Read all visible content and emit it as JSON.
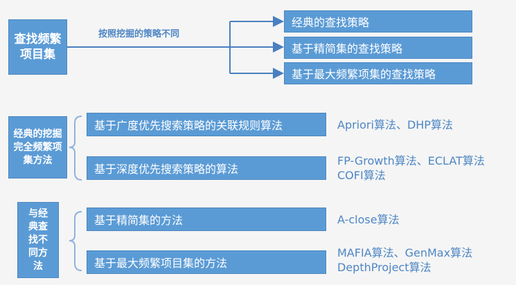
{
  "top": {
    "root": "查找频繁项目集",
    "label": "按照挖掘的策略不同",
    "items": [
      "经典的查找策略",
      "基于精简集的查找策略",
      "基于最大频繁项集的查找策略"
    ]
  },
  "mid": {
    "root": "经典的挖掘完全频繁项集方法",
    "items": [
      "基于广度优先搜索策略的关联规则算法",
      "基于深度优先搜索策略的算法"
    ],
    "algos": [
      "Apriori算法、DHP算法",
      "FP-Growth算法、ECLAT算法",
      "COFI算法"
    ]
  },
  "bottom": {
    "root": "与经典查找不同方法",
    "items": [
      "基于精简集的方法",
      "基于最大频繁项目集的方法"
    ],
    "algos": [
      "A-close算法",
      "MAFIA算法、GenMax算法",
      "DepthProject算法"
    ]
  },
  "colors": {
    "box": "#5b9bd5",
    "text_blue": "#4e86c4",
    "line": "#4a7fc0"
  }
}
